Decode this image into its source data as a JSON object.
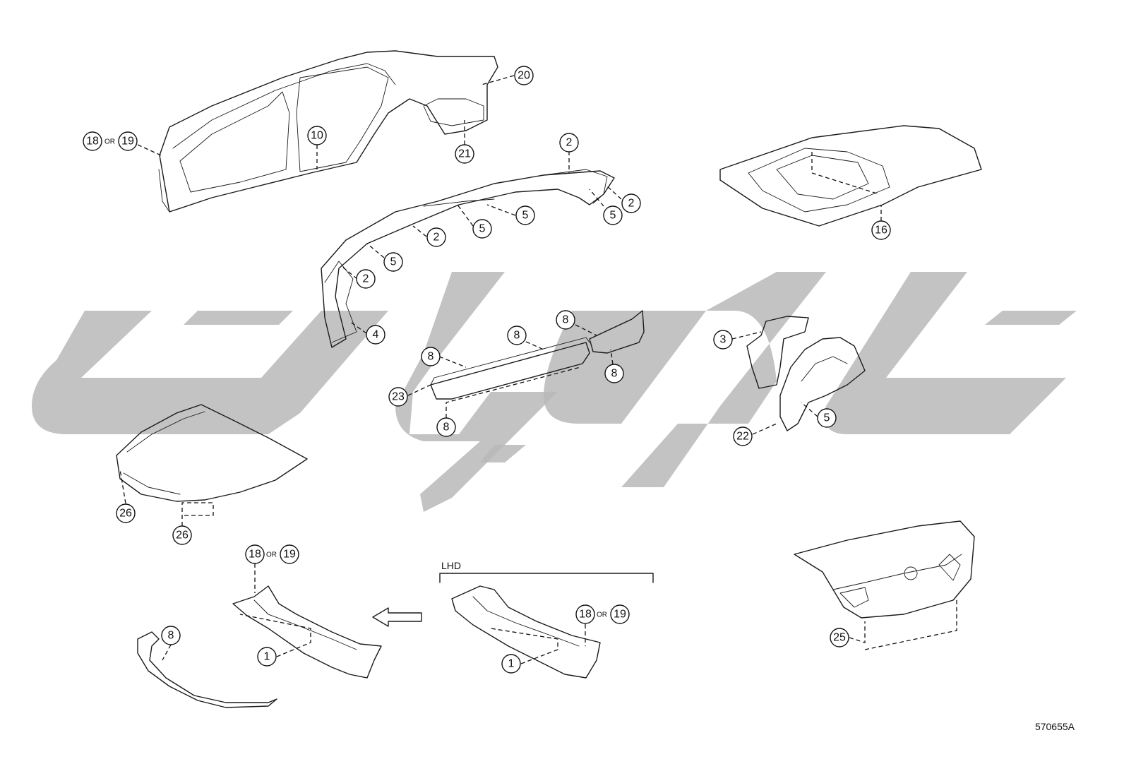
{
  "diagram": {
    "id_label": "570655A",
    "lhd_label": "LHD",
    "or_label": "OR",
    "callouts": {
      "c20": "20",
      "c18a": "18",
      "c19a": "19",
      "c10": "10",
      "c21": "21",
      "c2a": "2",
      "c2b": "2",
      "c2c": "2",
      "c2d": "2",
      "c5a": "5",
      "c5b": "5",
      "c5c": "5",
      "c5d": "5",
      "c5e": "5",
      "c16": "16",
      "c4": "4",
      "c8a": "8",
      "c8b": "8",
      "c8c": "8",
      "c8d": "8",
      "c8e": "8",
      "c8f": "8",
      "c23": "23",
      "c3": "3",
      "c22": "22",
      "c26a": "26",
      "c26b": "26",
      "c18b": "18",
      "c19b": "19",
      "c18c": "18",
      "c19c": "19",
      "c1a": "1",
      "c1b": "1",
      "c25": "25"
    }
  }
}
